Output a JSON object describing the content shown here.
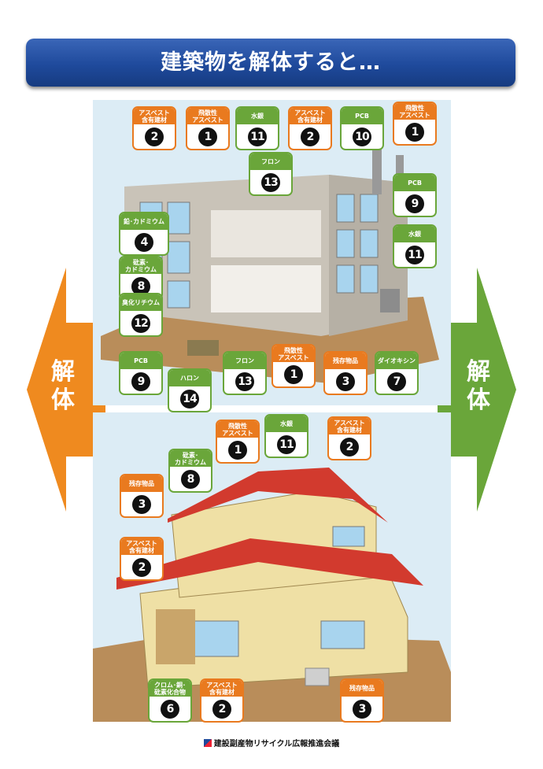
{
  "title": "建築物を解体すると…",
  "side_label": "解体",
  "footer": "建設副産物リサイクル広報推進会議",
  "colors": {
    "orange": "#e97a1f",
    "green": "#6aa63a",
    "banner": "#1f4a9c"
  },
  "building_tags": [
    {
      "label": "アスベスト\n含有建材",
      "num": "2",
      "c": "o"
    },
    {
      "label": "飛散性\nアスベスト",
      "num": "1",
      "c": "o"
    },
    {
      "label": "水銀",
      "num": "11",
      "c": "g"
    },
    {
      "label": "アスベスト\n含有建材",
      "num": "2",
      "c": "o"
    },
    {
      "label": "PCB",
      "num": "10",
      "c": "g"
    },
    {
      "label": "飛散性\nアスベスト",
      "num": "1",
      "c": "o"
    },
    {
      "label": "フロン",
      "num": "13",
      "c": "g"
    },
    {
      "label": "PCB",
      "num": "9",
      "c": "g"
    },
    {
      "label": "鉛･カドミウム",
      "num": "4",
      "c": "g"
    },
    {
      "label": "水銀",
      "num": "11",
      "c": "g"
    },
    {
      "label": "砒素･\nカドミウム",
      "num": "8",
      "c": "g"
    },
    {
      "label": "臭化リチウム",
      "num": "12",
      "c": "g"
    },
    {
      "label": "PCB",
      "num": "9",
      "c": "g"
    },
    {
      "label": "ハロン",
      "num": "14",
      "c": "g"
    },
    {
      "label": "フロン",
      "num": "13",
      "c": "g"
    },
    {
      "label": "飛散性\nアスベスト",
      "num": "1",
      "c": "o"
    },
    {
      "label": "残存物品",
      "num": "3",
      "c": "o"
    },
    {
      "label": "ダイオキシン",
      "num": "7",
      "c": "g"
    }
  ],
  "house_tags": [
    {
      "label": "飛散性\nアスベスト",
      "num": "1",
      "c": "o"
    },
    {
      "label": "水銀",
      "num": "11",
      "c": "g"
    },
    {
      "label": "アスベスト\n含有建材",
      "num": "2",
      "c": "o"
    },
    {
      "label": "砒素･\nカドミウム",
      "num": "8",
      "c": "g"
    },
    {
      "label": "残存物品",
      "num": "3",
      "c": "o"
    },
    {
      "label": "アスベスト\n含有建材",
      "num": "2",
      "c": "o"
    },
    {
      "label": "クロム･銅･\n砒素化合物",
      "num": "6",
      "c": "g"
    },
    {
      "label": "アスベスト\n含有建材",
      "num": "2",
      "c": "o"
    },
    {
      "label": "残存物品",
      "num": "3",
      "c": "o"
    }
  ]
}
